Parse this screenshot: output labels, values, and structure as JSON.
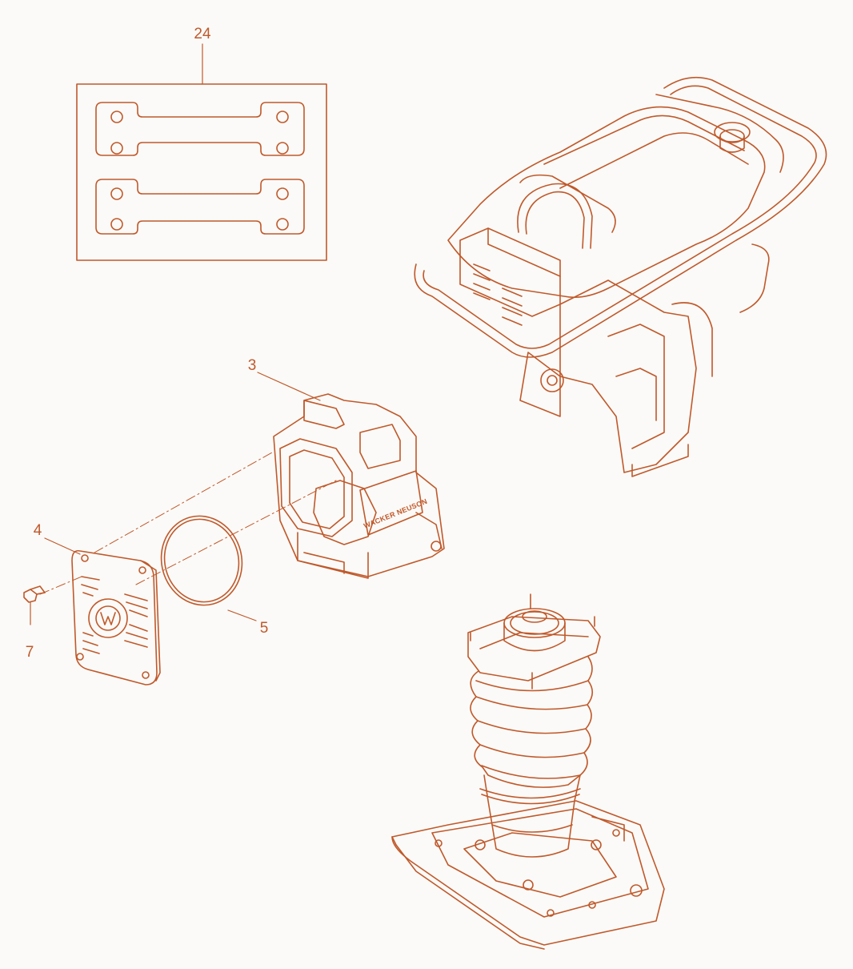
{
  "diagram": {
    "line_color": "#c0592a",
    "background": "#fbfaf8",
    "callouts": [
      {
        "id": "c24",
        "label": "24",
        "part": "decal-sheet"
      },
      {
        "id": "c3",
        "label": "3",
        "part": "engine-housing"
      },
      {
        "id": "c4",
        "label": "4",
        "part": "housing-cover"
      },
      {
        "id": "c5",
        "label": "5",
        "part": "o-ring"
      },
      {
        "id": "c7",
        "label": "7",
        "part": "screw"
      }
    ],
    "logo_text": "WACKER NEUSON"
  }
}
